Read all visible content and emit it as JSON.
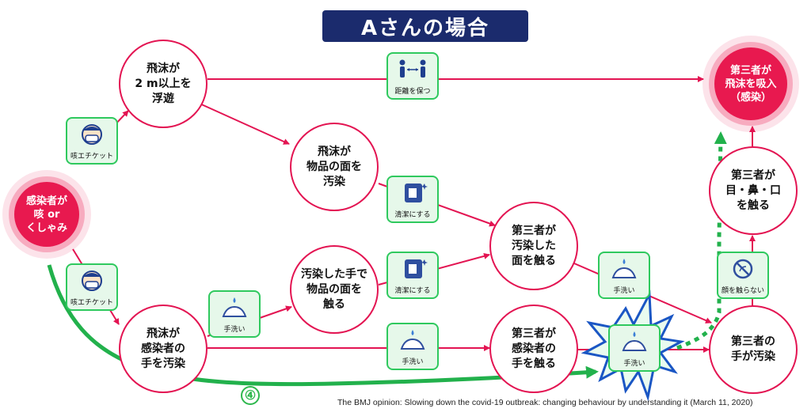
{
  "title": "Aさんの場合",
  "nodes": {
    "infected": "感染者が\n咳 or\nくしゃみ",
    "droplet_float": "飛沫が\n2 m以上を\n浮遊",
    "droplet_surface": "飛沫が\n物品の面を\n汚染",
    "droplet_hands": "飛沫が\n感染者の\n手を汚染",
    "hands_contaminate": "汚染した手で\n物品の面を\n触る",
    "third_touch_surface": "第三者が\n汚染した\n面を触る",
    "third_touch_infected_hand": "第三者が\n感染者の\n手を触る",
    "third_hand_contaminated": "第三者の\n手が汚染",
    "third_touch_face": "第三者が\n目・鼻・口\nを触る",
    "third_inhale": "第三者が\n飛沫を吸入\n（感染）"
  },
  "actions": {
    "cough_etiquette_top": "咳エチケット",
    "cough_etiquette_bottom": "咳エチケット",
    "distance": "距離を保つ",
    "clean_1": "清潔にする",
    "clean_2": "清潔にする",
    "handwash_1": "手洗い",
    "handwash_2": "手洗い",
    "handwash_3": "手洗い",
    "handwash_4": "手洗い",
    "no_face_touch": "顔を触らない"
  },
  "marker": "④",
  "citation": "The BMJ opinion: Slowing down the covid-19 outbreak: changing behaviour by understanding it (March 11, 2020)",
  "colors": {
    "arrow": "#e31452",
    "node_border": "#e31452",
    "highlight_node": "#e8194f",
    "action_border": "#2fc95e",
    "action_fill": "#e6f8ea",
    "green_path": "#22b14c",
    "title_bg": "#1b2b6d",
    "burst": "#1a56c4"
  }
}
